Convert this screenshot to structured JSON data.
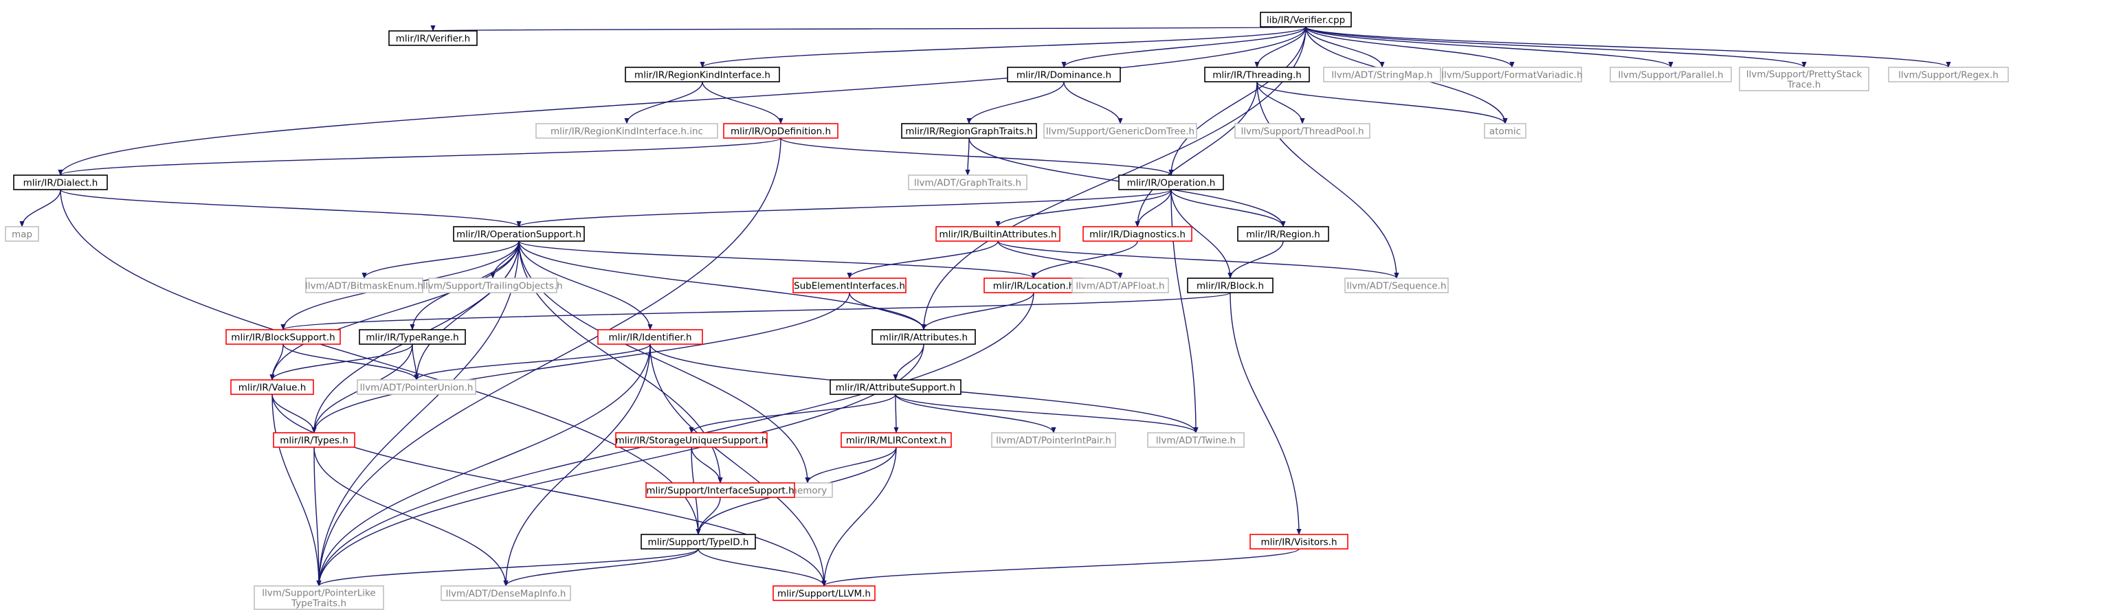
{
  "diagram": {
    "colors": {
      "edge": "#191970",
      "root_fill": "#bfbfbf",
      "root_border": "#000000",
      "documented_border": "#000000",
      "incomplete_border": "#ff0000",
      "external_border": "#bfbfbf",
      "external_text": "#7f7f7f",
      "text": "#000000"
    },
    "nodes": [
      {
        "id": "verifier_cpp",
        "label": "lib/IR/Verifier.cpp",
        "kind": "root"
      },
      {
        "id": "verifier_h",
        "label": "mlir/IR/Verifier.h",
        "kind": "documented"
      },
      {
        "id": "regionkindinterface_h",
        "label": "mlir/IR/RegionKindInterface.h",
        "kind": "documented"
      },
      {
        "id": "dominance_h",
        "label": "mlir/IR/Dominance.h",
        "kind": "documented"
      },
      {
        "id": "threading_h",
        "label": "mlir/IR/Threading.h",
        "kind": "documented"
      },
      {
        "id": "stringmap_h",
        "label": "llvm/ADT/StringMap.h",
        "kind": "external"
      },
      {
        "id": "formatvariadic_h",
        "label": "llvm/Support/FormatVariadic.h",
        "kind": "external"
      },
      {
        "id": "parallel_h",
        "label": "llvm/Support/Parallel.h",
        "kind": "external"
      },
      {
        "id": "prettystacktrace_h",
        "label": [
          "llvm/Support/PrettyStack",
          "Trace.h"
        ],
        "kind": "external"
      },
      {
        "id": "regex_h",
        "label": "llvm/Support/Regex.h",
        "kind": "external"
      },
      {
        "id": "regionkindinterface_inc",
        "label": "mlir/IR/RegionKindInterface.h.inc",
        "kind": "external"
      },
      {
        "id": "opdefinition_h",
        "label": "mlir/IR/OpDefinition.h",
        "kind": "incomplete"
      },
      {
        "id": "regiongraphtraits_h",
        "label": "mlir/IR/RegionGraphTraits.h",
        "kind": "documented"
      },
      {
        "id": "genericdomtree_h",
        "label": "llvm/Support/GenericDomTree.h",
        "kind": "external"
      },
      {
        "id": "threadpool_h",
        "label": "llvm/Support/ThreadPool.h",
        "kind": "external"
      },
      {
        "id": "atomic",
        "label": "atomic",
        "kind": "external"
      },
      {
        "id": "dialect_h",
        "label": "mlir/IR/Dialect.h",
        "kind": "documented"
      },
      {
        "id": "graphtraits_h",
        "label": "llvm/ADT/GraphTraits.h",
        "kind": "external"
      },
      {
        "id": "operation_h",
        "label": "mlir/IR/Operation.h",
        "kind": "documented"
      },
      {
        "id": "map",
        "label": "map",
        "kind": "external"
      },
      {
        "id": "operationsupport_h",
        "label": "mlir/IR/OperationSupport.h",
        "kind": "documented"
      },
      {
        "id": "builtinattributes_h",
        "label": "mlir/IR/BuiltinAttributes.h",
        "kind": "incomplete"
      },
      {
        "id": "diagnostics_h",
        "label": "mlir/IR/Diagnostics.h",
        "kind": "incomplete"
      },
      {
        "id": "region_h",
        "label": "mlir/IR/Region.h",
        "kind": "documented"
      },
      {
        "id": "bitmaskenum_h",
        "label": "llvm/ADT/BitmaskEnum.h",
        "kind": "external"
      },
      {
        "id": "trailingobjects_h",
        "label": "llvm/Support/TrailingObjects.h",
        "kind": "external"
      },
      {
        "id": "subelementinterfaces_h",
        "label": "SubElementInterfaces.h",
        "kind": "incomplete"
      },
      {
        "id": "location_h",
        "label": "mlir/IR/Location.h",
        "kind": "incomplete"
      },
      {
        "id": "apfloat_h",
        "label": "llvm/ADT/APFloat.h",
        "kind": "external"
      },
      {
        "id": "block_h",
        "label": "mlir/IR/Block.h",
        "kind": "documented"
      },
      {
        "id": "sequence_h",
        "label": "llvm/ADT/Sequence.h",
        "kind": "external"
      },
      {
        "id": "blocksupport_h",
        "label": "mlir/IR/BlockSupport.h",
        "kind": "incomplete"
      },
      {
        "id": "typerange_h",
        "label": "mlir/IR/TypeRange.h",
        "kind": "documented"
      },
      {
        "id": "identifier_h",
        "label": "mlir/IR/Identifier.h",
        "kind": "incomplete"
      },
      {
        "id": "attributes_h",
        "label": "mlir/IR/Attributes.h",
        "kind": "documented"
      },
      {
        "id": "value_h",
        "label": "mlir/IR/Value.h",
        "kind": "incomplete"
      },
      {
        "id": "pointerunion_h",
        "label": "llvm/ADT/PointerUnion.h",
        "kind": "external"
      },
      {
        "id": "attributesupport_h",
        "label": "mlir/IR/AttributeSupport.h",
        "kind": "documented"
      },
      {
        "id": "types_h",
        "label": "mlir/IR/Types.h",
        "kind": "incomplete"
      },
      {
        "id": "storageuniquersupport_h",
        "label": "mlir/IR/StorageUniquerSupport.h",
        "kind": "incomplete"
      },
      {
        "id": "mlircontext_h",
        "label": "mlir/IR/MLIRContext.h",
        "kind": "incomplete"
      },
      {
        "id": "pointerintpair_h",
        "label": "llvm/ADT/PointerIntPair.h",
        "kind": "external"
      },
      {
        "id": "twine_h",
        "label": "llvm/ADT/Twine.h",
        "kind": "external"
      },
      {
        "id": "memory",
        "label": "memory",
        "kind": "external"
      },
      {
        "id": "interfacesupport_h",
        "label": "mlir/Support/InterfaceSupport.h",
        "kind": "incomplete"
      },
      {
        "id": "visitors_h",
        "label": "mlir/IR/Visitors.h",
        "kind": "incomplete"
      },
      {
        "id": "typeid_h",
        "label": "mlir/Support/TypeID.h",
        "kind": "documented"
      },
      {
        "id": "pointerliketypetraits_h",
        "label": [
          "llvm/Support/PointerLike",
          "TypeTraits.h"
        ],
        "kind": "external"
      },
      {
        "id": "densemapinfo_h",
        "label": "llvm/ADT/DenseMapInfo.h",
        "kind": "external"
      },
      {
        "id": "llvm_h",
        "label": "mlir/Support/LLVM.h",
        "kind": "incomplete"
      }
    ],
    "edges": [
      [
        "verifier_cpp",
        "verifier_h"
      ],
      [
        "verifier_cpp",
        "regionkindinterface_h"
      ],
      [
        "verifier_cpp",
        "dominance_h"
      ],
      [
        "verifier_cpp",
        "threading_h"
      ],
      [
        "verifier_cpp",
        "stringmap_h"
      ],
      [
        "verifier_cpp",
        "formatvariadic_h"
      ],
      [
        "verifier_cpp",
        "parallel_h"
      ],
      [
        "verifier_cpp",
        "prettystacktrace_h"
      ],
      [
        "verifier_cpp",
        "regex_h"
      ],
      [
        "verifier_cpp",
        "dialect_h"
      ],
      [
        "verifier_cpp",
        "operation_h"
      ],
      [
        "verifier_cpp",
        "attributes_h"
      ],
      [
        "verifier_cpp",
        "atomic"
      ],
      [
        "regionkindinterface_h",
        "regionkindinterface_inc"
      ],
      [
        "regionkindinterface_h",
        "opdefinition_h"
      ],
      [
        "dominance_h",
        "regiongraphtraits_h"
      ],
      [
        "dominance_h",
        "genericdomtree_h"
      ],
      [
        "threading_h",
        "threadpool_h"
      ],
      [
        "threading_h",
        "atomic"
      ],
      [
        "threading_h",
        "diagnostics_h"
      ],
      [
        "threading_h",
        "sequence_h"
      ],
      [
        "opdefinition_h",
        "dialect_h"
      ],
      [
        "opdefinition_h",
        "operation_h"
      ],
      [
        "opdefinition_h",
        "pointerliketypetraits_h"
      ],
      [
        "regiongraphtraits_h",
        "graphtraits_h"
      ],
      [
        "regiongraphtraits_h",
        "region_h"
      ],
      [
        "dialect_h",
        "map"
      ],
      [
        "dialect_h",
        "operationsupport_h"
      ],
      [
        "dialect_h",
        "typeid_h"
      ],
      [
        "operation_h",
        "operationsupport_h"
      ],
      [
        "operation_h",
        "builtinattributes_h"
      ],
      [
        "operation_h",
        "diagnostics_h"
      ],
      [
        "operation_h",
        "region_h"
      ],
      [
        "operation_h",
        "block_h"
      ],
      [
        "operation_h",
        "twine_h"
      ],
      [
        "operationsupport_h",
        "bitmaskenum_h"
      ],
      [
        "operationsupport_h",
        "trailingobjects_h"
      ],
      [
        "operationsupport_h",
        "location_h"
      ],
      [
        "operationsupport_h",
        "attributes_h"
      ],
      [
        "operationsupport_h",
        "blocksupport_h"
      ],
      [
        "operationsupport_h",
        "typerange_h"
      ],
      [
        "operationsupport_h",
        "identifier_h"
      ],
      [
        "operationsupport_h",
        "value_h"
      ],
      [
        "operationsupport_h",
        "pointerunion_h"
      ],
      [
        "operationsupport_h",
        "types_h"
      ],
      [
        "operationsupport_h",
        "memory"
      ],
      [
        "operationsupport_h",
        "interfacesupport_h"
      ],
      [
        "operationsupport_h",
        "pointerliketypetraits_h"
      ],
      [
        "builtinattributes_h",
        "subelementinterfaces_h"
      ],
      [
        "builtinattributes_h",
        "apfloat_h"
      ],
      [
        "builtinattributes_h",
        "sequence_h"
      ],
      [
        "diagnostics_h",
        "location_h"
      ],
      [
        "region_h",
        "block_h"
      ],
      [
        "subelementinterfaces_h",
        "attributes_h"
      ],
      [
        "subelementinterfaces_h",
        "types_h"
      ],
      [
        "location_h",
        "attributes_h"
      ],
      [
        "location_h",
        "pointerliketypetraits_h"
      ],
      [
        "block_h",
        "blocksupport_h"
      ],
      [
        "block_h",
        "visitors_h"
      ],
      [
        "blocksupport_h",
        "value_h"
      ],
      [
        "blocksupport_h",
        "pointerunion_h"
      ],
      [
        "typerange_h",
        "value_h"
      ],
      [
        "typerange_h",
        "pointerunion_h"
      ],
      [
        "typerange_h",
        "types_h"
      ],
      [
        "identifier_h",
        "pointerunion_h"
      ],
      [
        "identifier_h",
        "twine_h"
      ],
      [
        "identifier_h",
        "pointerliketypetraits_h"
      ],
      [
        "identifier_h",
        "densemapinfo_h"
      ],
      [
        "identifier_h",
        "llvm_h"
      ],
      [
        "attributes_h",
        "attributesupport_h"
      ],
      [
        "attributes_h",
        "pointerliketypetraits_h"
      ],
      [
        "value_h",
        "types_h"
      ],
      [
        "value_h",
        "pointerliketypetraits_h"
      ],
      [
        "value_h",
        "llvm_h"
      ],
      [
        "attributesupport_h",
        "storageuniquersupport_h"
      ],
      [
        "attributesupport_h",
        "mlircontext_h"
      ],
      [
        "attributesupport_h",
        "pointerintpair_h"
      ],
      [
        "attributesupport_h",
        "twine_h"
      ],
      [
        "types_h",
        "pointerliketypetraits_h"
      ],
      [
        "types_h",
        "densemapinfo_h"
      ],
      [
        "storageuniquersupport_h",
        "interfacesupport_h"
      ],
      [
        "storageuniquersupport_h",
        "typeid_h"
      ],
      [
        "mlircontext_h",
        "memory"
      ],
      [
        "mlircontext_h",
        "typeid_h"
      ],
      [
        "mlircontext_h",
        "llvm_h"
      ],
      [
        "interfacesupport_h",
        "typeid_h"
      ],
      [
        "visitors_h",
        "llvm_h"
      ],
      [
        "typeid_h",
        "pointerliketypetraits_h"
      ],
      [
        "typeid_h",
        "densemapinfo_h"
      ],
      [
        "typeid_h",
        "llvm_h"
      ]
    ]
  }
}
